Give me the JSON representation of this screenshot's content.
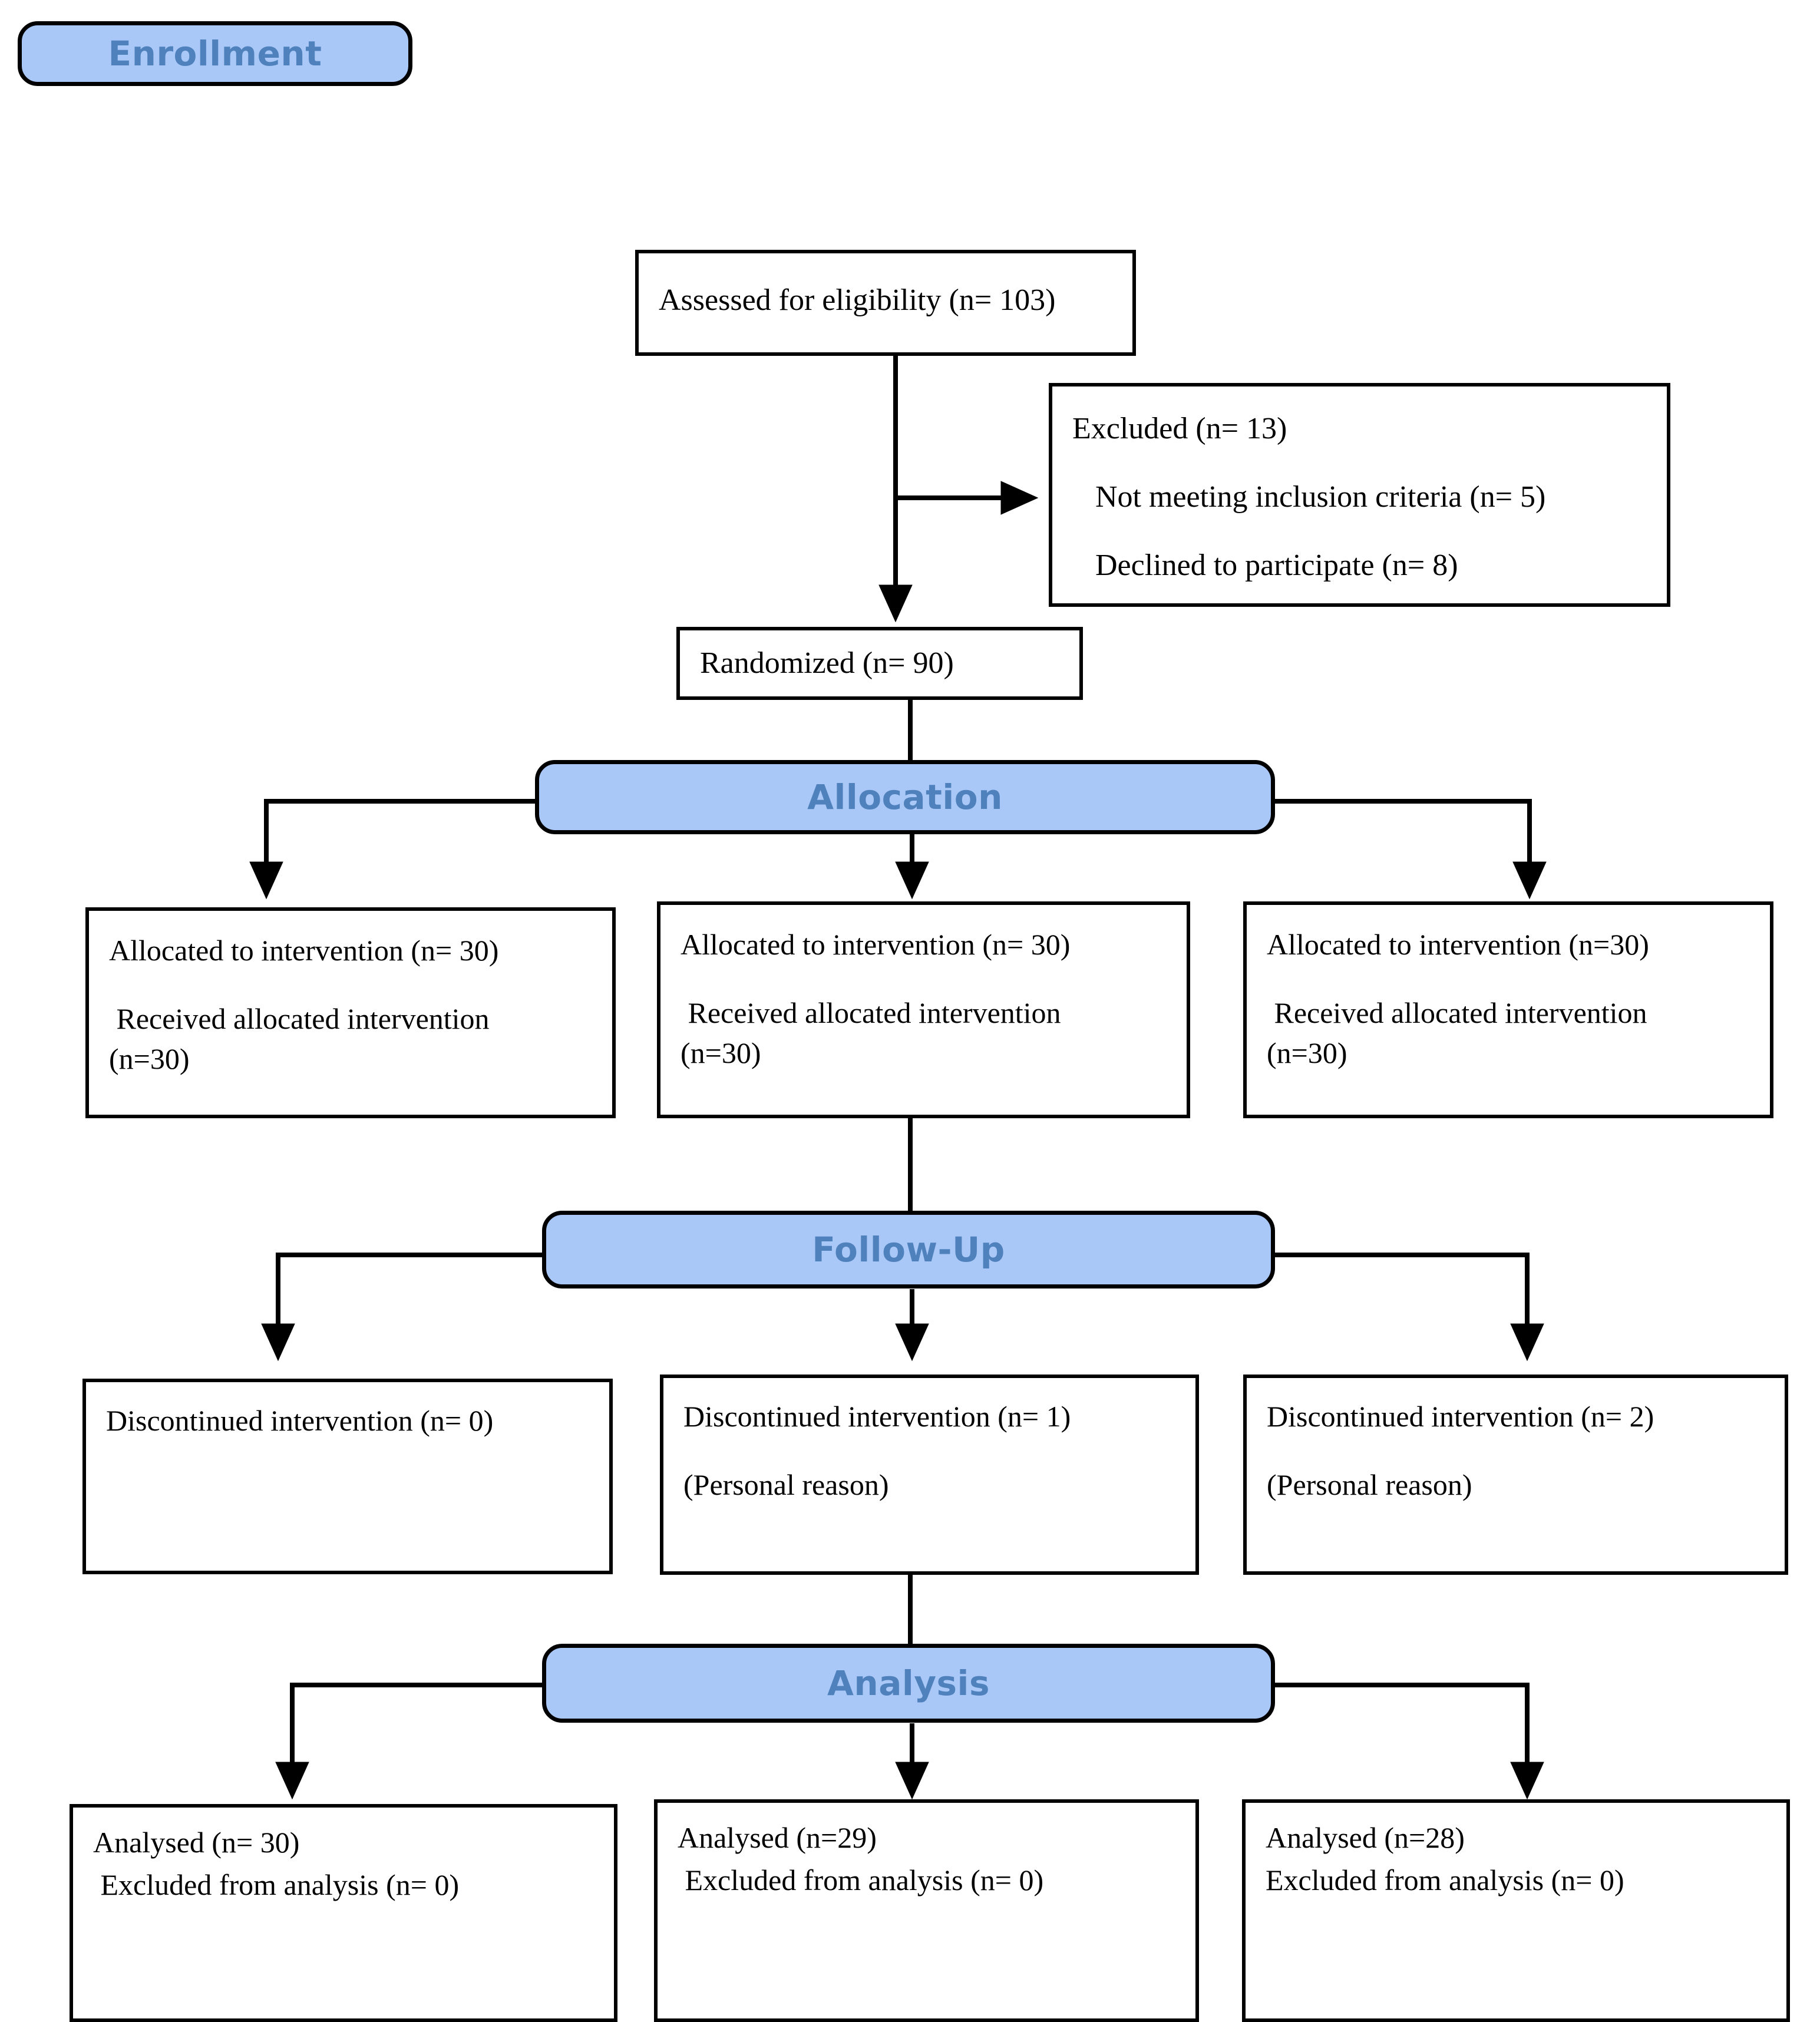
{
  "diagram": {
    "title": "CONSORT participant flow diagram",
    "accent_banner_fill": "#aac8f7",
    "accent_banner_text_color": "#4f81bd",
    "box_border_color": "#000000",
    "box_fill": "#ffffff",
    "connector_color": "#000000",
    "background": "#ffffff"
  },
  "stages": [
    {
      "id": "enrollment",
      "label": "Enrollment"
    },
    {
      "id": "allocation",
      "label": "Allocation"
    },
    {
      "id": "followup",
      "label": "Follow-Up"
    },
    {
      "id": "analysis",
      "label": "Analysis"
    }
  ],
  "enrollment": {
    "assessed": {
      "lines": [
        "Assessed for eligibility (n= 103)"
      ]
    },
    "excluded": {
      "lines": [
        "Excluded (n= 13)",
        "   Not meeting inclusion criteria (n= 5)",
        "   Declined to participate (n= 8)"
      ]
    },
    "randomized": {
      "lines": [
        "Randomized (n= 90)"
      ]
    }
  },
  "allocation_row": [
    {
      "lines": [
        "Allocated to intervention (n= 30)",
        "",
        " Received allocated intervention",
        "(n=30)"
      ]
    },
    {
      "lines": [
        "Allocated to intervention (n= 30)",
        "",
        " Received allocated intervention",
        "(n=30)"
      ]
    },
    {
      "lines": [
        "Allocated to intervention (n=30)",
        "",
        " Received allocated intervention",
        "(n=30)"
      ]
    }
  ],
  "followup_row": [
    {
      "lines": [
        "Discontinued intervention (n= 0)",
        "",
        ""
      ]
    },
    {
      "lines": [
        "Discontinued intervention (n= 1)",
        "",
        "(Personal reason)"
      ]
    },
    {
      "lines": [
        "Discontinued intervention (n= 2)",
        "",
        "(Personal reason)"
      ]
    }
  ],
  "analysis_row": [
    {
      "lines": [
        "Analysed (n= 30)",
        " Excluded from analysis (n= 0)"
      ]
    },
    {
      "lines": [
        "Analysed (n=29)",
        " Excluded from analysis (n= 0)"
      ]
    },
    {
      "lines": [
        "Analysed (n=28)",
        "Excluded from analysis (n= 0)"
      ]
    }
  ],
  "chart_data": {
    "type": "diagram",
    "title": "CONSORT flow diagram",
    "nodes": [
      {
        "id": "assessed",
        "text": "Assessed for eligibility (n= 103)",
        "n": 103
      },
      {
        "id": "excluded",
        "text": "Excluded (n= 13)",
        "n": 13,
        "reasons": [
          {
            "text": "Not meeting inclusion criteria (n= 5)",
            "n": 5
          },
          {
            "text": "Declined to participate (n= 8)",
            "n": 8
          }
        ]
      },
      {
        "id": "randomized",
        "text": "Randomized (n= 90)",
        "n": 90
      },
      {
        "id": "alloc1",
        "allocated": 30,
        "received": 30
      },
      {
        "id": "alloc2",
        "allocated": 30,
        "received": 30
      },
      {
        "id": "alloc3",
        "allocated": 30,
        "received": 30
      },
      {
        "id": "follow1",
        "discontinued": 0,
        "reason": ""
      },
      {
        "id": "follow2",
        "discontinued": 1,
        "reason": "(Personal reason)"
      },
      {
        "id": "follow3",
        "discontinued": 2,
        "reason": "(Personal reason)"
      },
      {
        "id": "analysed1",
        "analysed": 30,
        "excluded_from_analysis": 0
      },
      {
        "id": "analysed2",
        "analysed": 29,
        "excluded_from_analysis": 0
      },
      {
        "id": "analysed3",
        "analysed": 28,
        "excluded_from_analysis": 0
      }
    ],
    "edges": [
      {
        "from": "assessed",
        "to": "excluded"
      },
      {
        "from": "assessed",
        "to": "randomized"
      },
      {
        "from": "randomized",
        "to": "alloc1"
      },
      {
        "from": "randomized",
        "to": "alloc2"
      },
      {
        "from": "randomized",
        "to": "alloc3"
      },
      {
        "from": "alloc1",
        "to": "follow1"
      },
      {
        "from": "alloc2",
        "to": "follow2"
      },
      {
        "from": "alloc3",
        "to": "follow3"
      },
      {
        "from": "follow1",
        "to": "analysed1"
      },
      {
        "from": "follow2",
        "to": "analysed2"
      },
      {
        "from": "follow3",
        "to": "analysed3"
      }
    ]
  }
}
